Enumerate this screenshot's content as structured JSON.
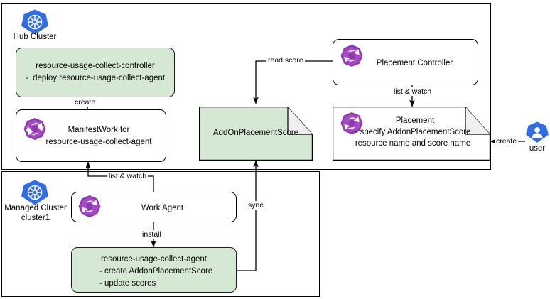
{
  "diagram": {
    "title": "OCM resource usage collect addon placement flow",
    "colors": {
      "green_fill": "#d5e8d4",
      "stroke": "#000000",
      "kube_blue": "#326ce5",
      "ocm_purple": "#8f36b0",
      "fold_fill": "#f0f0f0"
    },
    "clusters": [
      {
        "id": "hub",
        "label": "Hub Cluster",
        "icon": "kubernetes-icon"
      },
      {
        "id": "managed",
        "label": "Managed Cluster\ncluster1",
        "icon": "kubernetes-icon"
      }
    ],
    "nodes": [
      {
        "id": "resource-usage-collect-controller",
        "shape": "rounded-rect",
        "fill": "green",
        "lines": [
          "resource-usage-collect-controller",
          "-  deploy resource-usage-collect-agent"
        ]
      },
      {
        "id": "manifestwork",
        "shape": "rounded-rect",
        "fill": "white",
        "icon": "ocm-sync-icon",
        "lines": [
          "ManifestWork for",
          "resource-usage-collect-agent"
        ]
      },
      {
        "id": "addonplacementscore",
        "shape": "document-fold",
        "fill": "green",
        "lines": [
          "AddOnPlacementScore"
        ]
      },
      {
        "id": "placement-controller",
        "shape": "rounded-rect",
        "fill": "white",
        "icon": "ocm-sync-icon",
        "lines": [
          "Placement Controller"
        ]
      },
      {
        "id": "placement",
        "shape": "document-fold",
        "fill": "white",
        "icon": "ocm-sync-icon",
        "lines": [
          "Placement",
          "- specify AddonPlacementScore",
          "resource name and score name"
        ]
      },
      {
        "id": "work-agent",
        "shape": "rounded-rect",
        "fill": "white",
        "icon": "ocm-sync-icon",
        "lines": [
          "Work Agent"
        ]
      },
      {
        "id": "resource-usage-collect-agent",
        "shape": "rounded-rect",
        "fill": "green",
        "lines": [
          "resource-usage-collect-agent",
          "- create AddonPlacementScore",
          "- update scores"
        ]
      },
      {
        "id": "user",
        "shape": "actor-hexagon",
        "icon": "user-icon",
        "lines": [
          "user"
        ]
      }
    ],
    "edges": [
      {
        "id": "create-manifestwork",
        "from": "resource-usage-collect-controller",
        "to": "manifestwork",
        "label": "create"
      },
      {
        "id": "read-score",
        "from": "placement-controller",
        "to": "addonplacementscore",
        "label": "read score"
      },
      {
        "id": "list-watch-placement",
        "from": "placement-controller",
        "to": "placement",
        "label": "list & watch"
      },
      {
        "id": "create-placement",
        "from": "user",
        "to": "placement",
        "label": "create"
      },
      {
        "id": "list-watch-manifestwork",
        "from": "work-agent",
        "to": "manifestwork",
        "label": "list & watch"
      },
      {
        "id": "install-agent",
        "from": "work-agent",
        "to": "resource-usage-collect-agent",
        "label": "install"
      },
      {
        "id": "sync-score",
        "from": "resource-usage-collect-agent",
        "to": "addonplacementscore",
        "label": "sync"
      }
    ]
  },
  "labels": {
    "hub_cluster": "Hub Cluster",
    "managed_cluster_line1": "Managed Cluster",
    "managed_cluster_line2": "cluster1",
    "controller_line1": "resource-usage-collect-controller",
    "controller_line2": "-  deploy resource-usage-collect-agent",
    "manifestwork_line1": "ManifestWork for",
    "manifestwork_line2": "resource-usage-collect-agent",
    "addonplacementscore": "AddOnPlacementScore",
    "placement_controller": "Placement Controller",
    "placement_line1": "Placement",
    "placement_line2": "- specify AddonPlacementScore",
    "placement_line3": "resource name and score name",
    "work_agent": "Work Agent",
    "agent_line1": "resource-usage-collect-agent",
    "agent_line2": "- create AddonPlacementScore",
    "agent_line3": "- update scores",
    "user": "user",
    "edge_create": "create",
    "edge_read_score": "read score",
    "edge_list_watch_1": "list & watch",
    "edge_list_watch_2": "list & watch",
    "edge_create_user": "create",
    "edge_install": "install",
    "edge_sync": "sync"
  }
}
